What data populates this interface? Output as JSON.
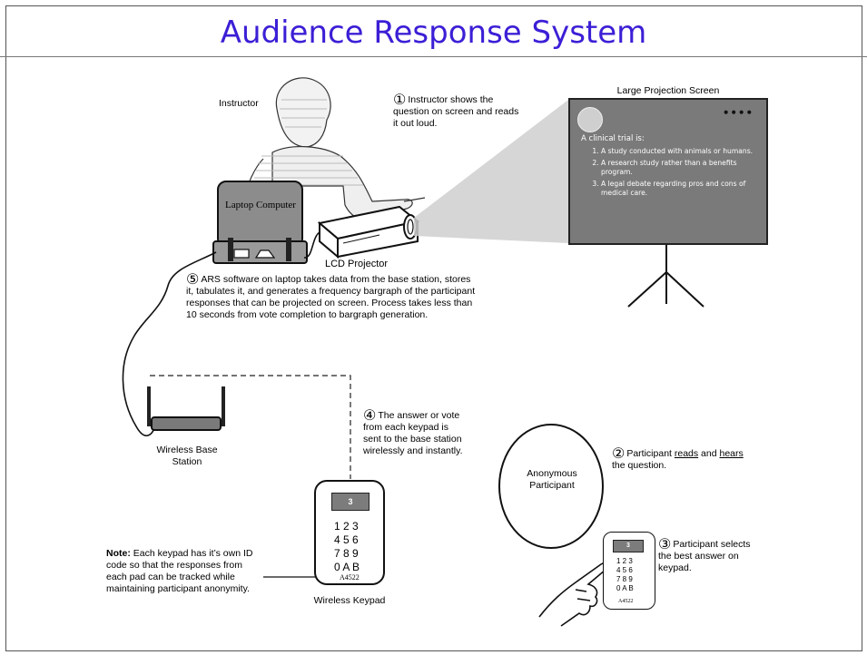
{
  "title": "Audience Response System",
  "colors": {
    "title": "#3b1fd6",
    "frame": "#555555",
    "screen": "#7a7a7a"
  },
  "instructor": {
    "label": "Instructor"
  },
  "laptop": {
    "label": "Laptop Computer"
  },
  "projector": {
    "label": "LCD Projector"
  },
  "screen": {
    "label": "Large Projection Screen",
    "question": "A clinical trial is:",
    "options": [
      "A study conducted with animals or humans.",
      "A research study rather than a benefits program.",
      "A legal debate regarding pros and cons of medical care."
    ]
  },
  "steps": {
    "s1": {
      "num": "①",
      "text": "Instructor shows the question on screen and reads it out loud."
    },
    "s2": {
      "num": "②",
      "text_a": "Participant ",
      "text_u1": "reads",
      "text_b": " and ",
      "text_u2": "hears",
      "text_c": " the question."
    },
    "s3": {
      "num": "③",
      "text": "Participant selects the best answer on keypad."
    },
    "s4": {
      "num": "④",
      "text": "The answer or vote from each keypad is sent to the base station wirelessly and instantly."
    },
    "s5": {
      "num": "⑤",
      "text": "ARS software on laptop takes data from the base station, stores it, tabulates it, and generates a frequency bargraph of the participant responses that can be projected on screen.  Process takes less than 10 seconds from vote completion to bargraph generation."
    }
  },
  "base_station": {
    "label": "Wireless Base Station"
  },
  "keypad": {
    "label": "Wireless Keypad",
    "display": "3",
    "rows": [
      "1 2 3",
      "4 5 6",
      "7 8 9",
      "0 A B"
    ],
    "code": "A4522"
  },
  "participant": {
    "label": "Anonymous Participant"
  },
  "note": {
    "bold": "Note:",
    "text": " Each keypad has it’s own ID code so that the responses from each pad can be tracked while maintaining participant anonymity."
  }
}
